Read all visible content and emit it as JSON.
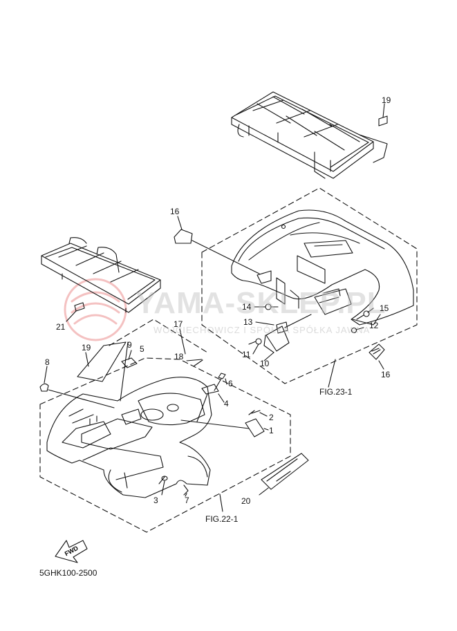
{
  "watermark": {
    "main": "YAMA-SKLEP.PL",
    "sub": "WOJCIECHOWICZ I SPÓŁKA SPÓŁKA JAWNA"
  },
  "callouts": [
    "1",
    "2",
    "3",
    "4",
    "5",
    "6",
    "7",
    "8",
    "9",
    "10",
    "11",
    "12",
    "13",
    "14",
    "15",
    "16",
    "16",
    "17",
    "18",
    "19",
    "19",
    "20",
    "21"
  ],
  "figure_refs": {
    "front": "FIG.22-1",
    "rear": "FIG.23-1"
  },
  "fwd_label": "FWD",
  "diagram_code": "5GHK100-2500",
  "colors": {
    "line": "#111111",
    "watermark": "#c8c8c8",
    "logo_red": "#e05050"
  }
}
